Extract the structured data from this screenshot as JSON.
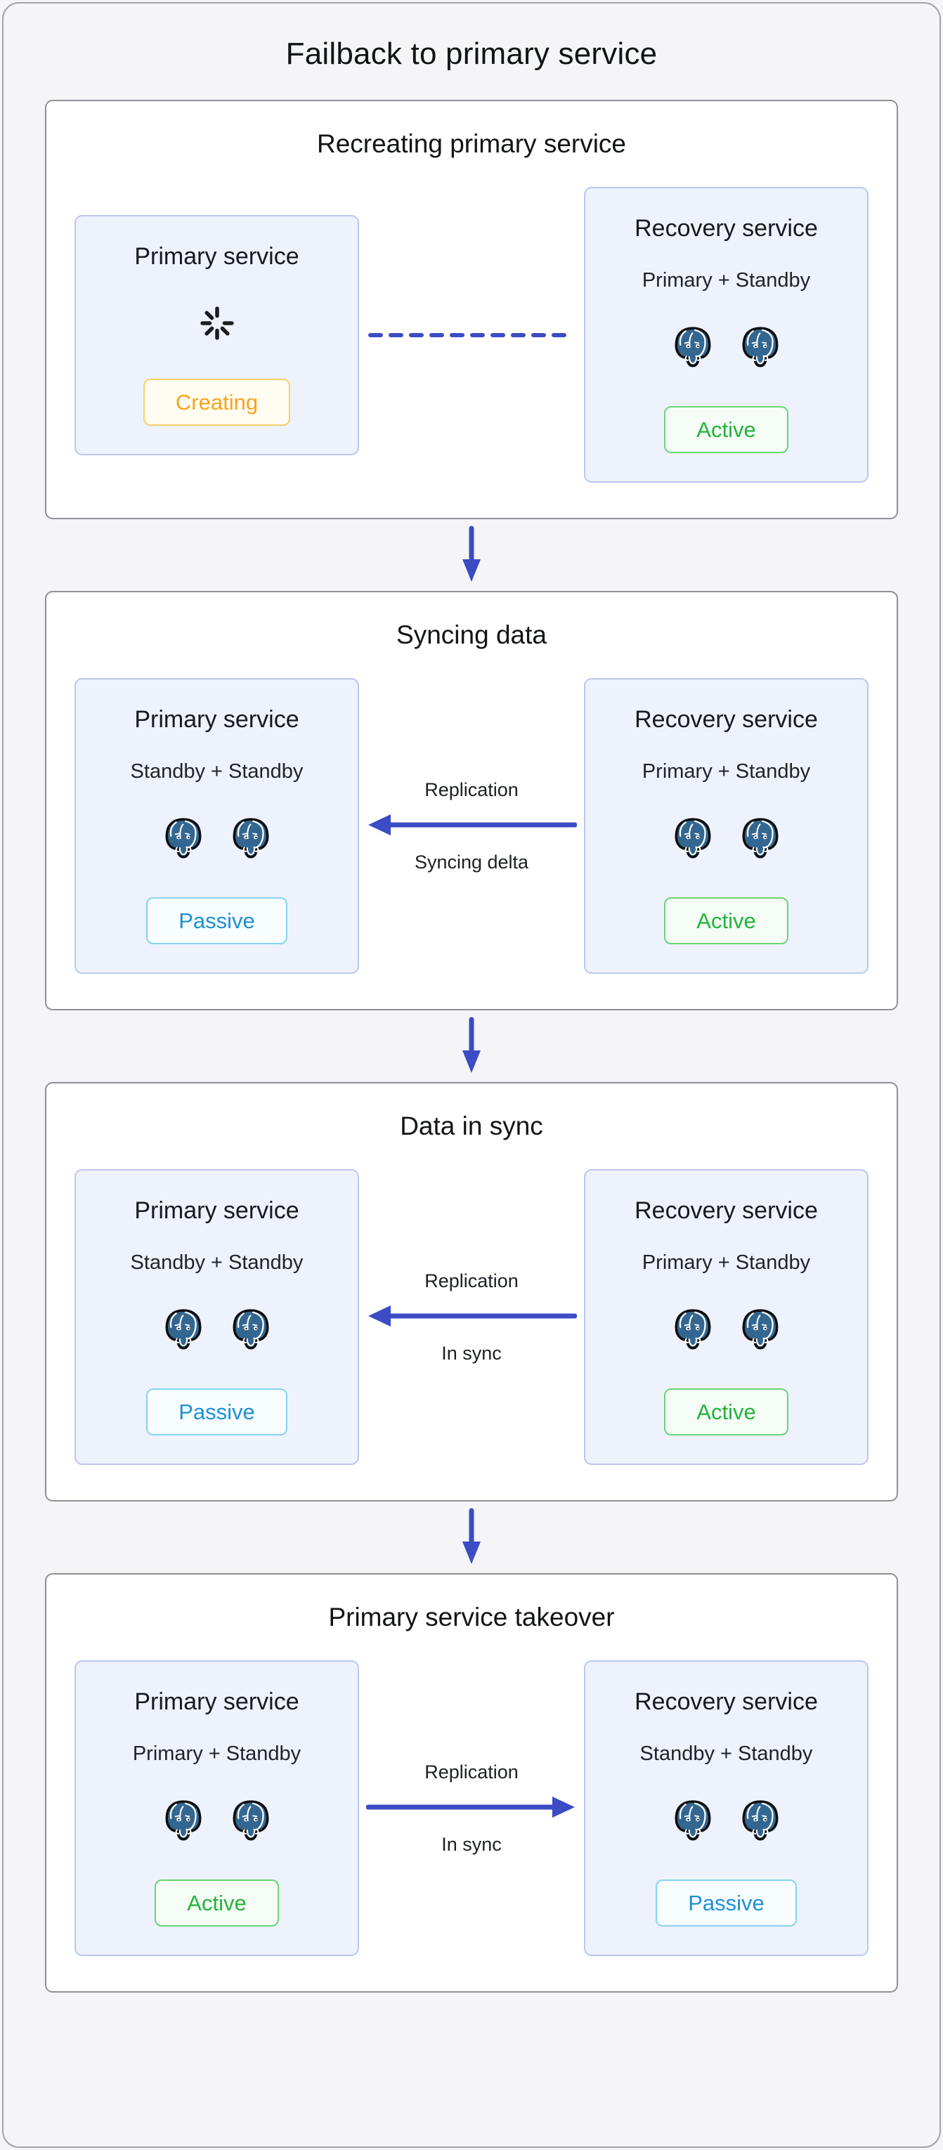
{
  "page": {
    "title": "Failback to primary service"
  },
  "colors": {
    "background": "#f5f5f7",
    "panel_border": "#8f9097",
    "card_background": "#eef2fc",
    "card_border": "#bac7ef",
    "arrow_blue": "#3b4cc4",
    "postgres_blue": "#336791",
    "creating_orange": "#f9a21c",
    "active_green": "#23b43c",
    "passive_blue": "#1e90d2"
  },
  "stages": [
    {
      "title": "Recreating primary service",
      "left": {
        "title": "Primary service",
        "icon": "spinner-icon",
        "badge": {
          "label": "Creating",
          "state": "creating"
        }
      },
      "connector": {
        "type": "dashed-line",
        "label_top": "",
        "label_bottom": ""
      },
      "right": {
        "title": "Recovery service",
        "subtitle": "Primary + Standby",
        "icons": [
          "postgres-icon",
          "postgres-icon"
        ],
        "badge": {
          "label": "Active",
          "state": "active"
        }
      }
    },
    {
      "title": "Syncing data",
      "left": {
        "title": "Primary service",
        "subtitle": "Standby + Standby",
        "icons": [
          "postgres-icon",
          "postgres-icon"
        ],
        "badge": {
          "label": "Passive",
          "state": "passive"
        }
      },
      "connector": {
        "type": "arrow-left",
        "label_top": "Replication",
        "label_bottom": "Syncing delta"
      },
      "right": {
        "title": "Recovery service",
        "subtitle": "Primary + Standby",
        "icons": [
          "postgres-icon",
          "postgres-icon"
        ],
        "badge": {
          "label": "Active",
          "state": "active"
        }
      }
    },
    {
      "title": "Data in sync",
      "left": {
        "title": "Primary service",
        "subtitle": "Standby + Standby",
        "icons": [
          "postgres-icon",
          "postgres-icon"
        ],
        "badge": {
          "label": "Passive",
          "state": "passive"
        }
      },
      "connector": {
        "type": "arrow-left",
        "label_top": "Replication",
        "label_bottom": "In sync"
      },
      "right": {
        "title": "Recovery service",
        "subtitle": "Primary + Standby",
        "icons": [
          "postgres-icon",
          "postgres-icon"
        ],
        "badge": {
          "label": "Active",
          "state": "active"
        }
      }
    },
    {
      "title": "Primary service takeover",
      "left": {
        "title": "Primary service",
        "subtitle": "Primary + Standby",
        "icons": [
          "postgres-icon",
          "postgres-icon"
        ],
        "badge": {
          "label": "Active",
          "state": "active"
        }
      },
      "connector": {
        "type": "arrow-right",
        "label_top": "Replication",
        "label_bottom": "In sync"
      },
      "right": {
        "title": "Recovery service",
        "subtitle": "Standby + Standby",
        "icons": [
          "postgres-icon",
          "postgres-icon"
        ],
        "badge": {
          "label": "Passive",
          "state": "passive"
        }
      }
    }
  ]
}
